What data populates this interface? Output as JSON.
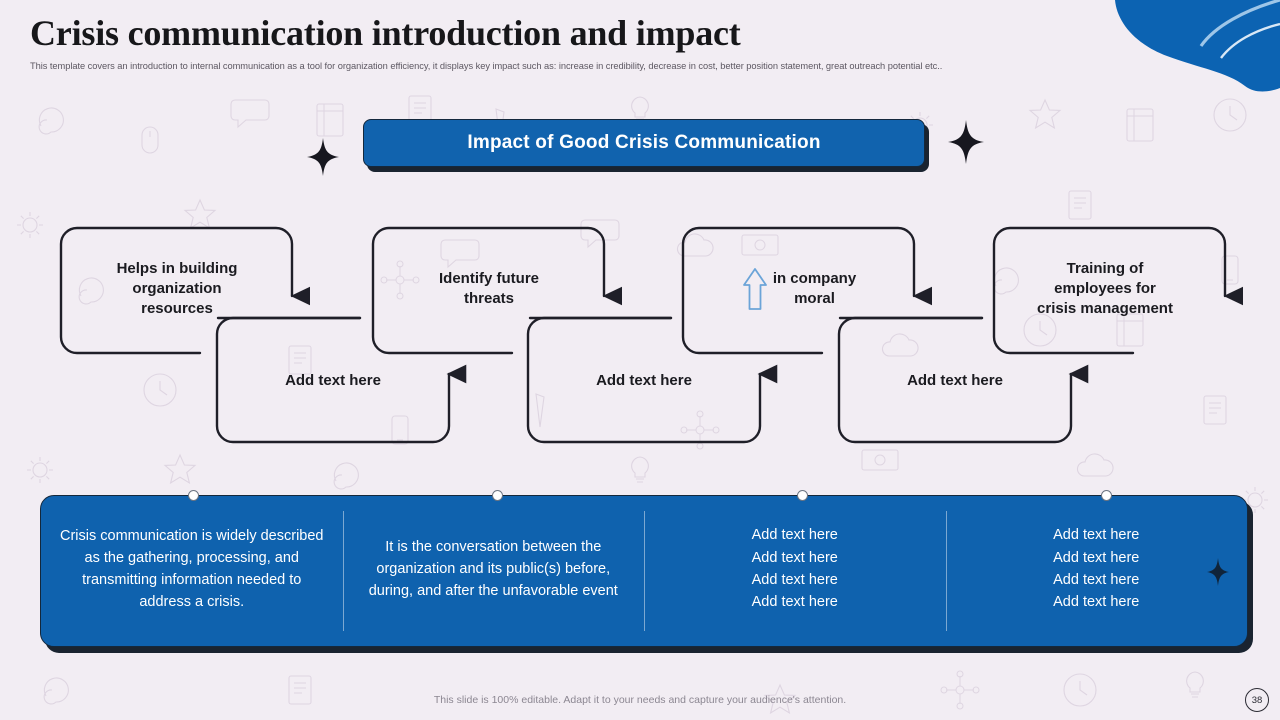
{
  "slide": {
    "title": "Crisis communication introduction and impact",
    "subtitle": "This template covers an introduction to internal communication as a tool for organization efficiency, it displays key impact such as: increase in credibility, decrease in cost, better position statement, great outreach potential etc..",
    "footer_note": "This slide is 100% editable. Adapt it to your needs and capture your audience's attention.",
    "page_number": "38"
  },
  "banner": {
    "label": "Impact of Good Crisis Communication"
  },
  "colors": {
    "background": "#f2edf3",
    "banner_blue": "#1163ae",
    "bar_blue": "#0f62ae",
    "accent_blue": "#0c63b2",
    "outline_dark": "#1f1f28",
    "arrow_icon_blue": "#5b9bd5",
    "title_text": "#17171a",
    "subtitle_text": "#5d5862"
  },
  "flow": {
    "top_nodes": [
      {
        "text": "Helps in building\norganization\nresources",
        "icon": null
      },
      {
        "text": "Identify future\nthreats",
        "icon": null
      },
      {
        "text": "in company\nmoral",
        "icon": "arrow-up-icon"
      },
      {
        "text": "Training of\nemployees for\ncrisis management",
        "icon": null
      }
    ],
    "bottom_nodes": [
      {
        "text": "Add text here"
      },
      {
        "text": "Add text here"
      },
      {
        "text": "Add text here"
      }
    ]
  },
  "bottom_bar": {
    "columns": [
      {
        "type": "paragraph",
        "text": "Crisis communication is widely described as the gathering, processing, and transmitting information needed to address a crisis."
      },
      {
        "type": "paragraph",
        "text": "It is the conversation between the organization and its public(s) before, during, and after the unfavorable event"
      },
      {
        "type": "list",
        "items": [
          "Add text here",
          "Add text here",
          "Add text here",
          "Add text here"
        ]
      },
      {
        "type": "list",
        "items": [
          "Add text here",
          "Add text here",
          "Add text here",
          "Add text here"
        ]
      }
    ]
  }
}
